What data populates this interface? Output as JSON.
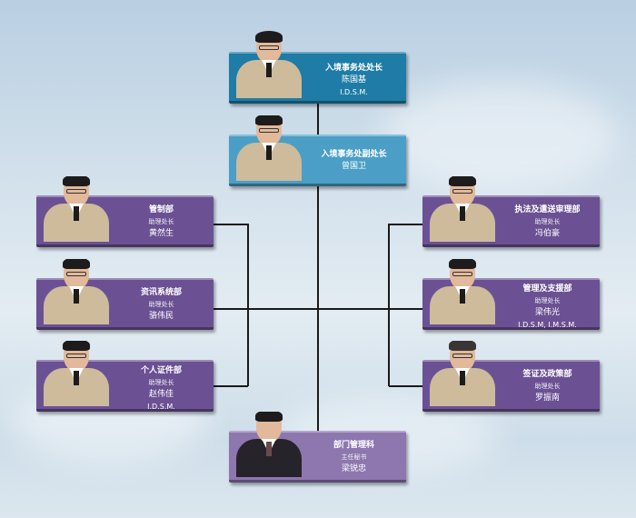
{
  "director": {
    "title": "入境事务处处长",
    "name": "陈国基",
    "honour": "I.D.S.M."
  },
  "deputy": {
    "title": "入境事务处副处长",
    "name": "曾国卫"
  },
  "left": [
    {
      "dept": "管制部",
      "role": "助理处长",
      "name": "黄然生"
    },
    {
      "dept": "资讯系统部",
      "role": "助理处长",
      "name": "骆伟民"
    },
    {
      "dept": "个人证件部",
      "role": "助理处长",
      "name": "赵伟佳",
      "honour": "I.D.S.M."
    }
  ],
  "right": [
    {
      "dept": "执法及遣送审理部",
      "role": "助理处长",
      "name": "冯伯豪"
    },
    {
      "dept": "管理及支援部",
      "role": "助理处长",
      "name": "梁伟光",
      "honour": "I.D.S.M, I.M.S.M."
    },
    {
      "dept": "签证及政策部",
      "role": "助理处长",
      "name": "罗振南"
    }
  ],
  "bottom": {
    "dept": "部门管理科",
    "role": "主任秘书",
    "name": "梁锐忠"
  },
  "colors": {
    "director": "#1e7ca6",
    "deputy": "#4b9fc6",
    "division": "#6b5193",
    "section": "#8d77ae"
  }
}
